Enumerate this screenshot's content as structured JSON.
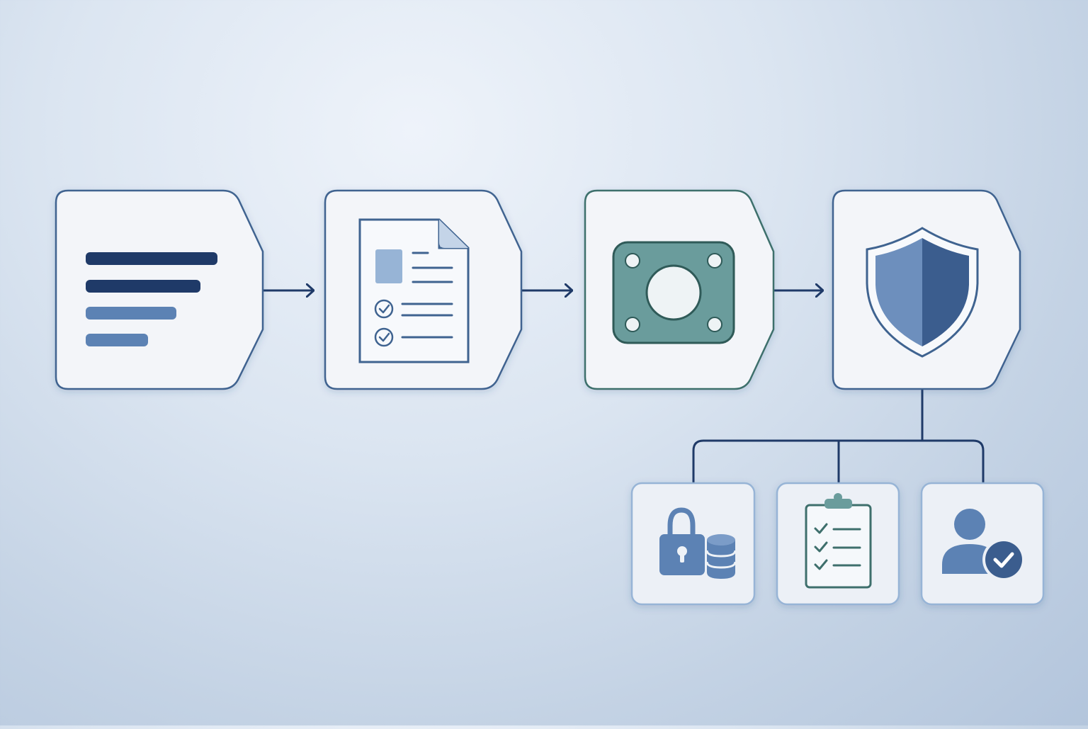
{
  "diagram": {
    "palette": {
      "navy": "#1f3a68",
      "mid_blue": "#5c82b4",
      "light_blue": "#97b4d6",
      "slate": "#3f6390",
      "teal_dark": "#3e6f6c",
      "teal": "#6a9c9c",
      "card_fill": "#f3f5f9",
      "card_fill_small": "#ecf0f6",
      "background": "#d5e0ee"
    },
    "steps": [
      {
        "id": "step-1",
        "icon": "text-lines-icon"
      },
      {
        "id": "step-2",
        "icon": "checklist-document-icon"
      },
      {
        "id": "step-3",
        "icon": "mounting-plate-icon"
      },
      {
        "id": "step-4",
        "icon": "shield-icon"
      }
    ],
    "branches": [
      {
        "id": "branch-1",
        "icon": "lock-database-icon"
      },
      {
        "id": "branch-2",
        "icon": "clipboard-checklist-icon"
      },
      {
        "id": "branch-3",
        "icon": "user-verified-icon"
      }
    ]
  }
}
